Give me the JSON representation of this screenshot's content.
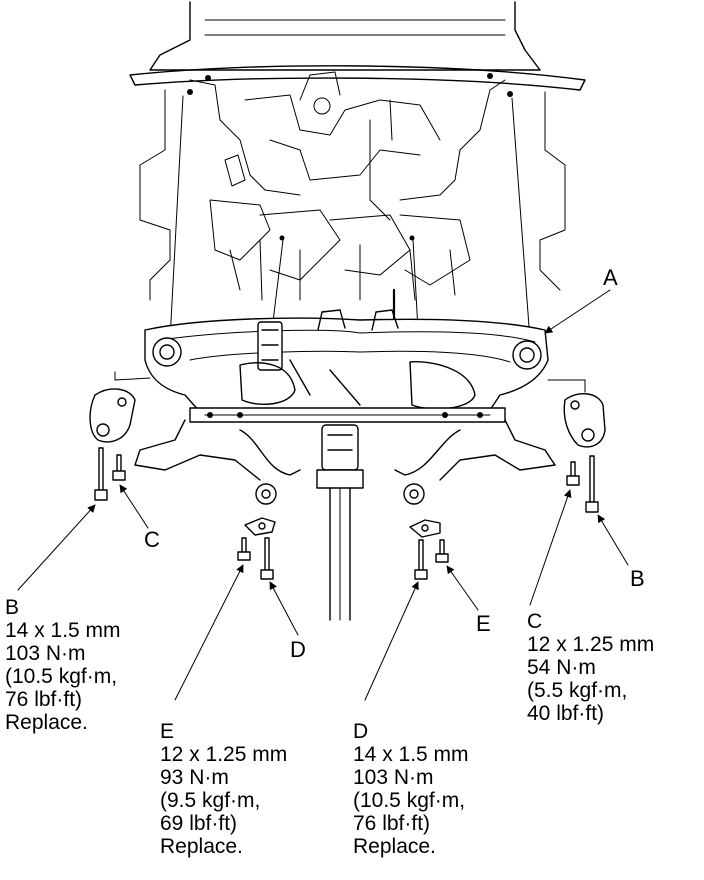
{
  "callouts": {
    "a": "A",
    "c_left": "C",
    "b_right": "B",
    "d_center": "D",
    "e_right": "E"
  },
  "specs": {
    "b": {
      "letter": "B",
      "size": "14 x 1.5 mm",
      "torque": "103 N·m",
      "kgf": "(10.5 kgf·m,",
      "lbf": "76 lbf·ft)",
      "note": "Replace."
    },
    "c": {
      "letter": "C",
      "size": "12 x 1.25 mm",
      "torque": "54 N·m",
      "kgf": "(5.5 kgf·m,",
      "lbf": "40 lbf·ft)"
    },
    "e": {
      "letter": "E",
      "size": "12 x 1.25 mm",
      "torque": "93 N·m",
      "kgf": "(9.5 kgf·m,",
      "lbf": "69 lbf·ft)",
      "note": "Replace."
    },
    "d": {
      "letter": "D",
      "size": "14 x 1.5 mm",
      "torque": "103 N·m",
      "kgf": "(10.5 kgf·m,",
      "lbf": "76 lbf·ft)",
      "note": "Replace."
    }
  }
}
